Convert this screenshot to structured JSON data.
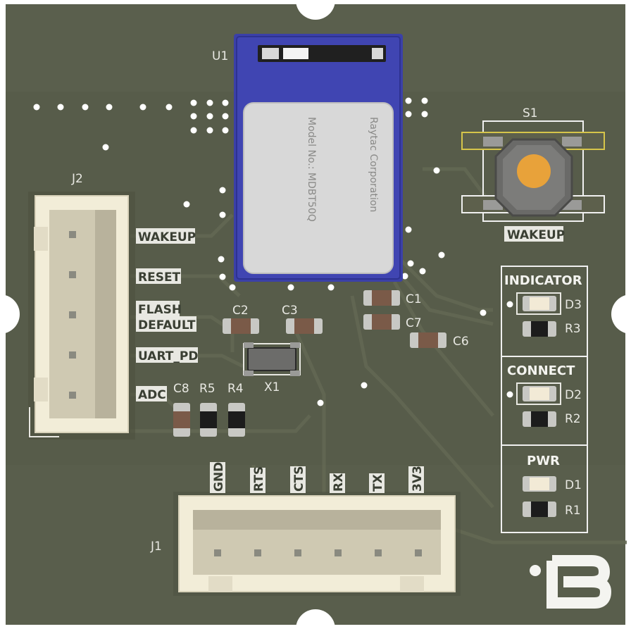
{
  "board": {
    "module": {
      "ref": "U1",
      "manufacturer": "Raytac Corporation",
      "model": "Model No.: MDBT50Q"
    },
    "switch": {
      "ref": "S1",
      "label": "WAKEUP"
    },
    "header_j2": {
      "ref": "J2",
      "pins": [
        "WAKEUP",
        "RESET",
        "FLASH",
        "DEFAULT",
        "UART_PD",
        "ADC"
      ]
    },
    "header_j1": {
      "ref": "J1",
      "pins": [
        "GND",
        "RTS",
        "CTS",
        "RX",
        "TX",
        "3V3"
      ]
    },
    "crystal": {
      "ref": "X1"
    },
    "capacitors": [
      "C1",
      "C2",
      "C3",
      "C6",
      "C7",
      "C8"
    ],
    "resistors_left": [
      "R5",
      "R4"
    ],
    "indicators": {
      "indicator": {
        "title": "INDICATOR",
        "led": "D3",
        "resistor": "R3"
      },
      "connect": {
        "title": "CONNECT",
        "led": "D2",
        "resistor": "R2"
      },
      "pwr": {
        "title": "PWR",
        "led": "D1",
        "resistor": "R1"
      }
    }
  },
  "colors": {
    "pcb": "#5a5f4d",
    "pcb_dark": "#4c5141",
    "module_blue": "#3a3fa8",
    "button_cap": "#e8a23a",
    "connector": "#f2edd8"
  }
}
